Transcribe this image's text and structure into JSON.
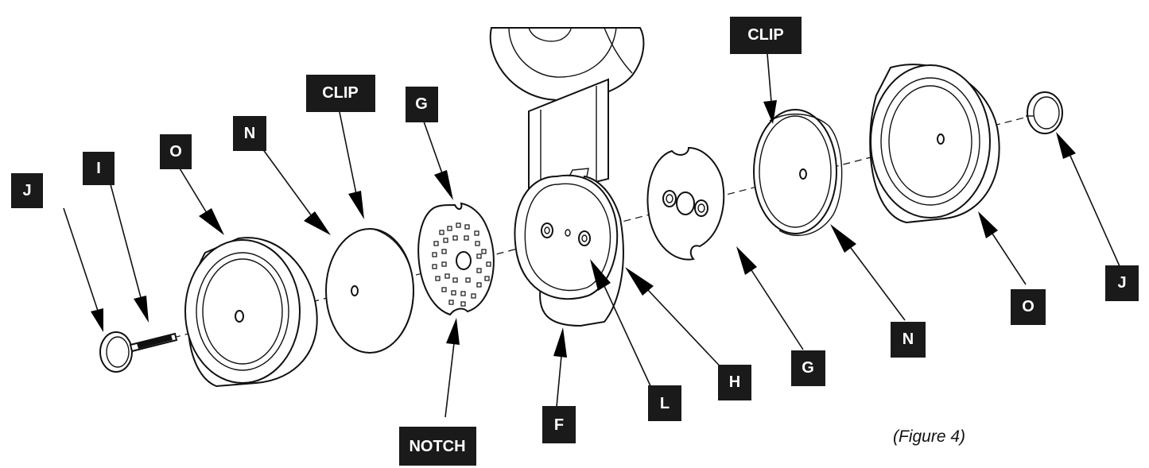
{
  "labels": {
    "j_left": "J",
    "i": "I",
    "o_left": "O",
    "n_left": "N",
    "clip_left": "CLIP",
    "g_top": "G",
    "notch": "NOTCH",
    "f": "F",
    "l": "L",
    "h": "H",
    "g_right": "G",
    "clip_right": "CLIP",
    "n_right": "N",
    "o_right": "O",
    "j_right": "J"
  },
  "caption": "(Figure 4)"
}
